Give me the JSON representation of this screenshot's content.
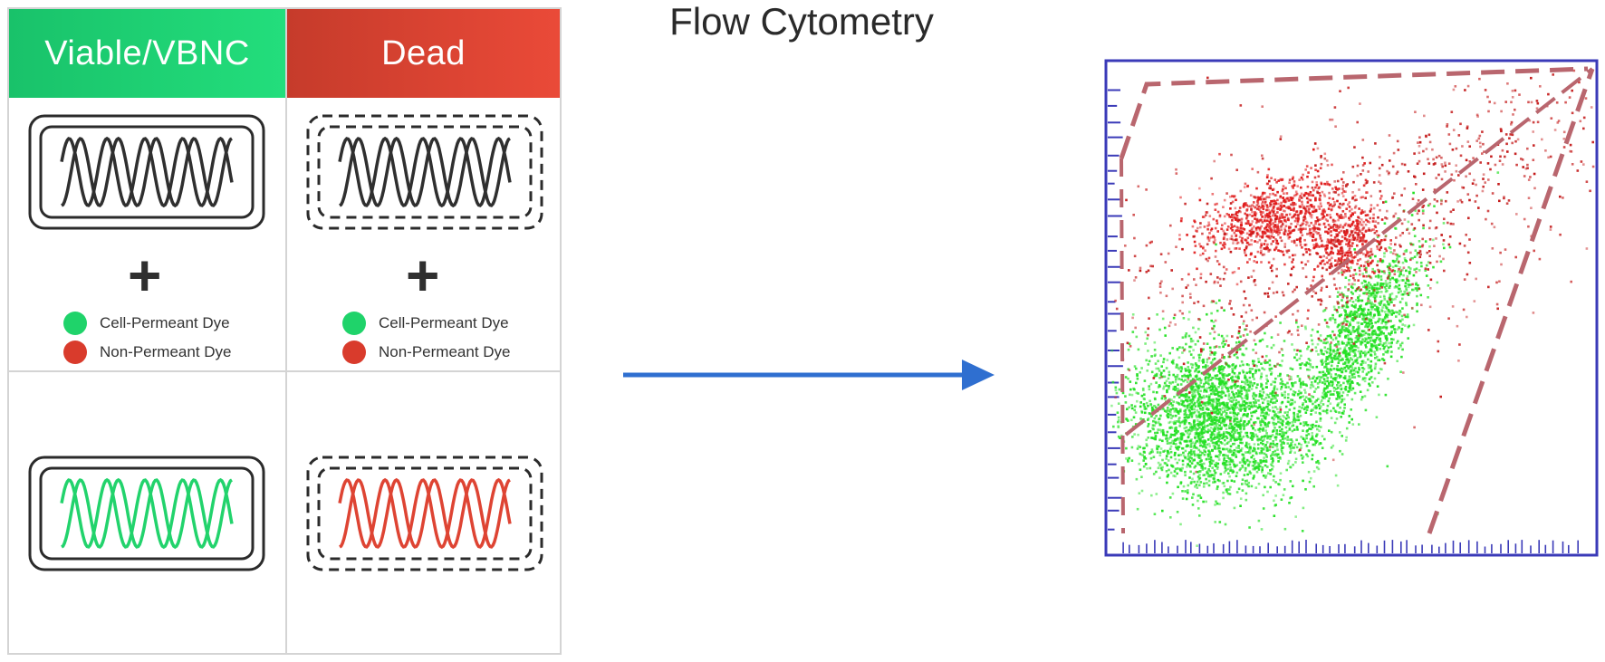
{
  "header": {
    "viable_label": "Viable/VBNC",
    "dead_label": "Dead"
  },
  "title": "Flow Cytometry",
  "legend": [
    {
      "label": "Cell-Permeant Dye",
      "color": "#1fd36a"
    },
    {
      "label": "Non-Permeant Dye",
      "color": "#d93b2c"
    }
  ],
  "plus_symbol": "+",
  "colors": {
    "green_header": "#21d676",
    "red_header": "#e04635",
    "arrow": "#2f6fd0",
    "gate": "#b9666e",
    "plot_border": "#3a3ab8"
  },
  "icons": [
    "intact-membrane-cell-icon",
    "damaged-membrane-cell-icon",
    "dna-helix-icon",
    "dye-dot-icon",
    "arrow-right-icon"
  ]
}
